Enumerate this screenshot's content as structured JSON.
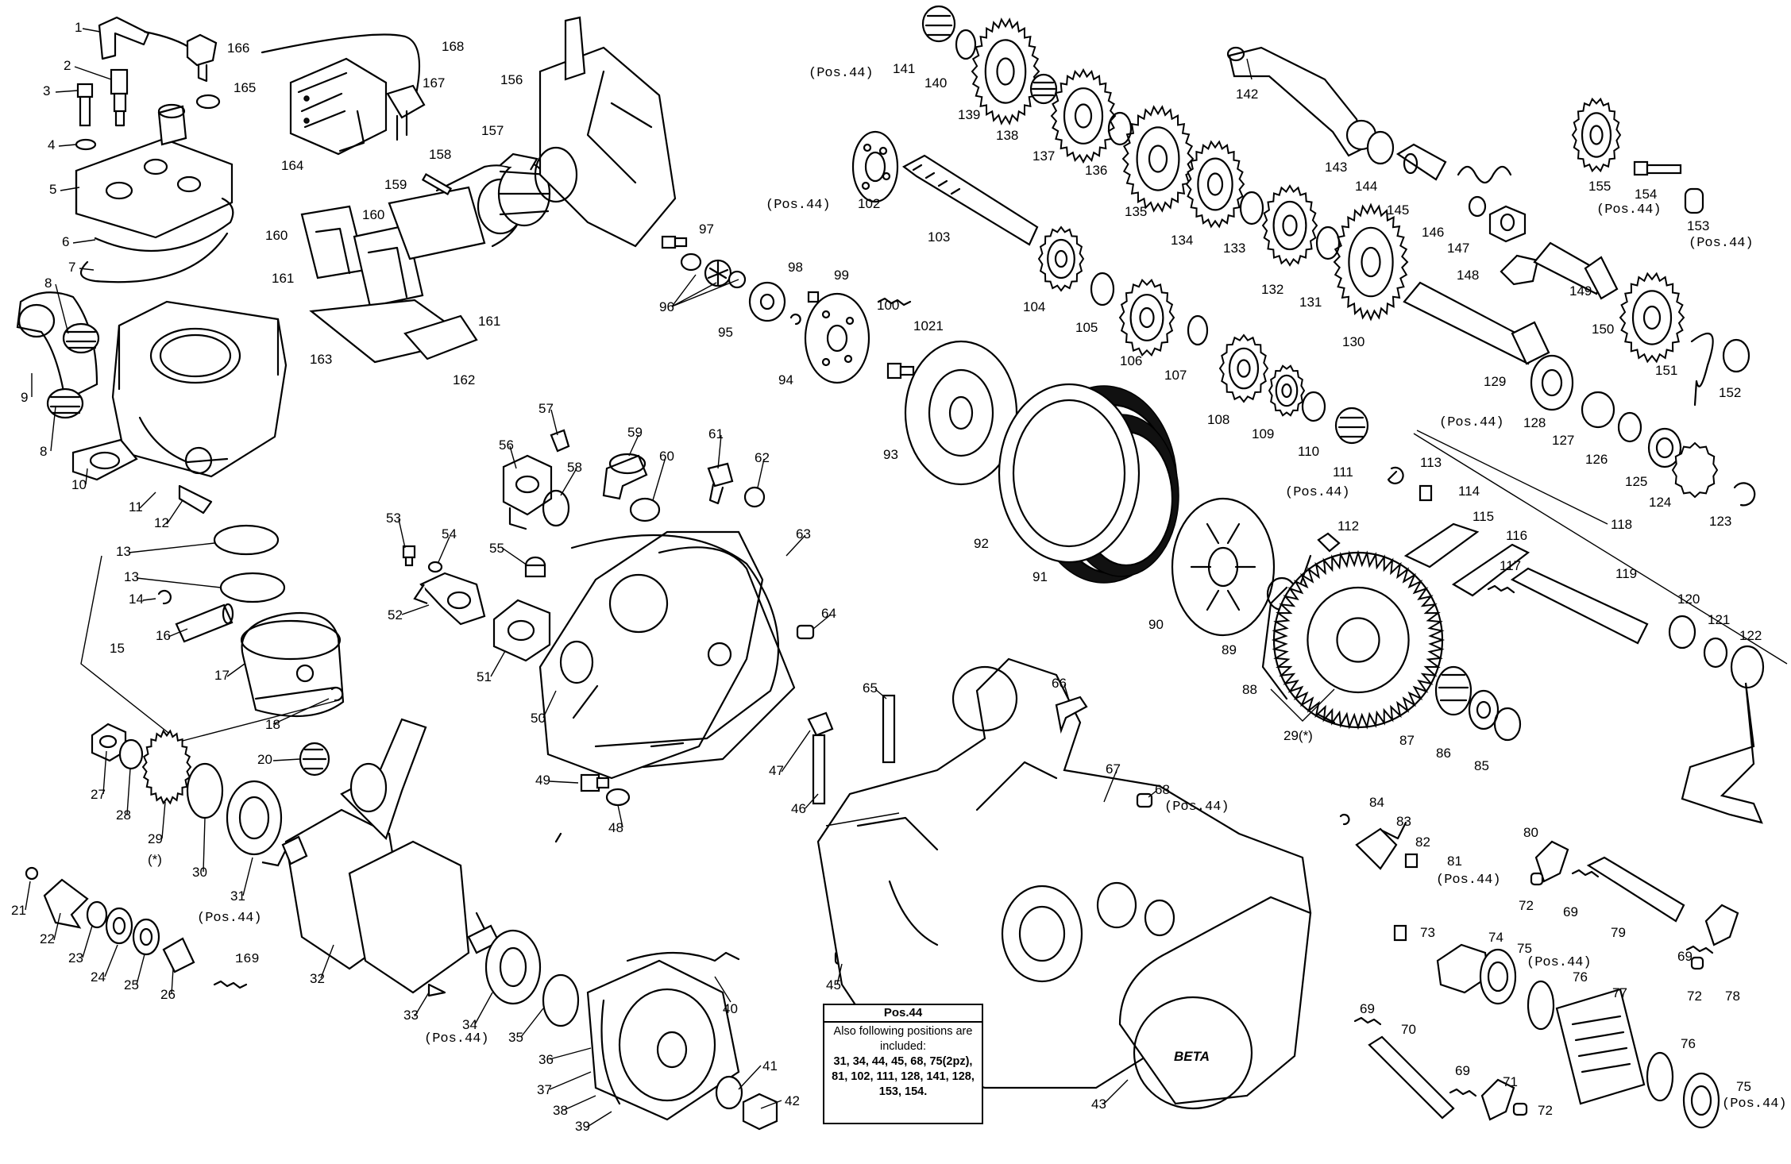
{
  "diagram": {
    "labels": {
      "l1": "1",
      "l2": "2",
      "l3": "3",
      "l4": "4",
      "l5": "5",
      "l6": "6",
      "l7": "7",
      "l8a": "8",
      "l8b": "8",
      "l9": "9",
      "l10": "10",
      "l11": "11",
      "l12": "12",
      "l13a": "13",
      "l13b": "13",
      "l14": "14",
      "l15": "15",
      "l16": "16",
      "l17": "17",
      "l18": "18",
      "l20": "20",
      "l21": "21",
      "l22": "22",
      "l23": "23",
      "l24": "24",
      "l25": "25",
      "l26": "26",
      "l27": "27",
      "l28": "28",
      "l29": "29",
      "l29star": "(*)",
      "l30": "30",
      "l31": "31",
      "l32": "32",
      "l33": "33",
      "l34": "34",
      "l35": "35",
      "l36": "36",
      "l37": "37",
      "l38": "38",
      "l39": "39",
      "l40": "40",
      "l41": "41",
      "l42": "42",
      "l43": "43",
      "l45": "45",
      "l46": "46",
      "l47": "47",
      "l48": "48",
      "l49": "49",
      "l50": "50",
      "l51": "51",
      "l52": "52",
      "l53": "53",
      "l54": "54",
      "l55": "55",
      "l56": "56",
      "l57": "57",
      "l58": "58",
      "l59": "59",
      "l60": "60",
      "l61": "61",
      "l62": "62",
      "l63": "63",
      "l64": "64",
      "l65": "65",
      "l66": "66",
      "l67": "67",
      "l68": "68",
      "l69a": "69",
      "l69b": "69",
      "l69c": "69",
      "l69d": "69",
      "l70": "70",
      "l71": "71",
      "l72a": "72",
      "l72b": "72",
      "l72c": "72",
      "l73": "73",
      "l74": "74",
      "l75a": "75",
      "l75b": "75",
      "l76a": "76",
      "l76b": "76",
      "l77": "77",
      "l78": "78",
      "l79": "79",
      "l80": "80",
      "l81": "81",
      "l82": "82",
      "l83": "83",
      "l84": "84",
      "l85": "85",
      "l86": "86",
      "l87": "87",
      "l88": "88",
      "l89": "89",
      "l29x": "29(*)",
      "l90": "90",
      "l91": "91",
      "l92": "92",
      "l93": "93",
      "l94": "94",
      "l95": "95",
      "l96": "96",
      "l97": "97",
      "l98": "98",
      "l99": "99",
      "l100": "100",
      "l1021": "1021",
      "l102": "102",
      "l103": "103",
      "l104": "104",
      "l105": "105",
      "l106": "106",
      "l107": "107",
      "l108": "108",
      "l109": "109",
      "l110": "110",
      "l111": "111",
      "l112": "112",
      "l113": "113",
      "l114": "114",
      "l115": "115",
      "l116": "116",
      "l117": "117",
      "l118": "118",
      "l119": "119",
      "l120": "120",
      "l121": "121",
      "l122": "122",
      "l123": "123",
      "l124": "124",
      "l125": "125",
      "l126": "126",
      "l127": "127",
      "l128": "128",
      "l129": "129",
      "l130": "130",
      "l131": "131",
      "l132": "132",
      "l133": "133",
      "l134": "134",
      "l135": "135",
      "l136": "136",
      "l137": "137",
      "l138": "138",
      "l139": "139",
      "l140": "140",
      "l141": "141",
      "l142": "142",
      "l143": "143",
      "l144": "144",
      "l145": "145",
      "l146": "146",
      "l147": "147",
      "l148": "148",
      "l149": "149",
      "l150": "150",
      "l151": "151",
      "l152": "152",
      "l153": "153",
      "l154": "154",
      "l155": "155",
      "l156": "156",
      "l157": "157",
      "l158": "158",
      "l159": "159",
      "l160a": "160",
      "l160b": "160",
      "l161a": "161",
      "l161b": "161",
      "l162": "162",
      "l163": "163",
      "l164": "164",
      "l165": "165",
      "l166": "166",
      "l167": "167",
      "l168": "168",
      "l169": "169"
    },
    "pos_refs": {
      "p141": "(Pos.44)",
      "p102": "(Pos.44)",
      "p154": "(Pos.44)",
      "p153": "(Pos.44)",
      "p128": "(Pos.44)",
      "p111": "(Pos.44)",
      "p68": "(Pos.44)",
      "p81": "(Pos.44)",
      "p31": "(Pos.44)",
      "p34": "(Pos.44)",
      "p75a": "(Pos.44)",
      "p75b": "(Pos.44)"
    },
    "cover_logo": "BETA"
  },
  "note": {
    "title": "Pos.44",
    "text": "Also following positions are included:",
    "list": "31, 34, 44, 45, 68, 75(2pz), 81, 102, 111, 128, 141, 128, 153, 154."
  }
}
